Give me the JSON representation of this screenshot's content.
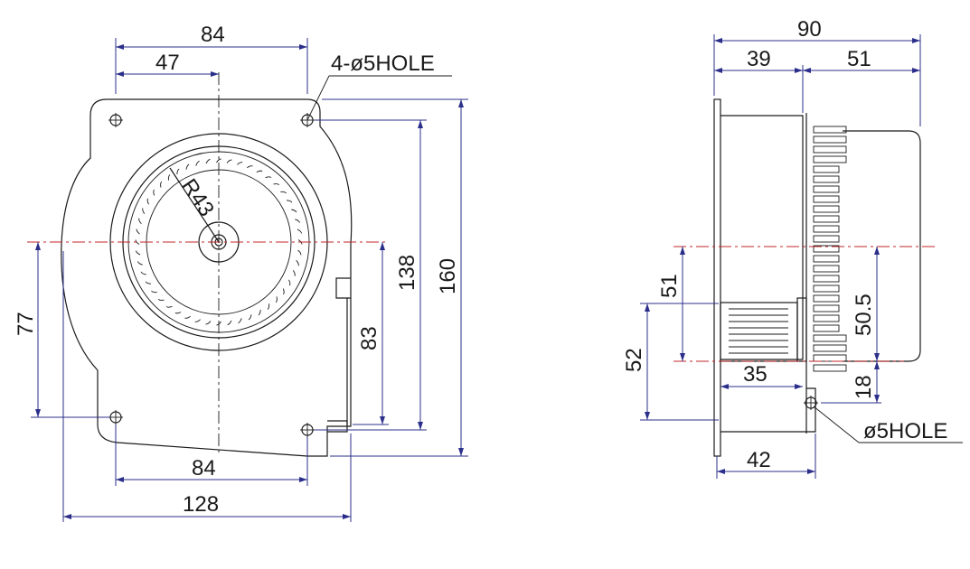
{
  "front_view": {
    "dim_top_width": "84",
    "dim_hole_offset": "47",
    "hole_note": "4-ø5HOLE",
    "dim_radius": "R43",
    "dim_height_center": "77",
    "dim_outlet_height": "83",
    "dim_hole_spacing_v": "138",
    "dim_total_height": "160",
    "dim_bottom_width": "84",
    "dim_total_width": "128"
  },
  "side_view": {
    "dim_total_depth": "90",
    "dim_depth_a": "39",
    "dim_depth_b": "51",
    "dim_outlet_v": "51",
    "dim_outlet_h": "52",
    "dim_motor_center": "50.5",
    "dim_motor_offset": "18",
    "dim_outlet_width": "35",
    "dim_flange_width": "42",
    "hole_note": "ø5HOLE"
  },
  "colors": {
    "line": "#1a1a1a",
    "dimension": "#2b2f8a",
    "centerline": "#c0262a"
  }
}
